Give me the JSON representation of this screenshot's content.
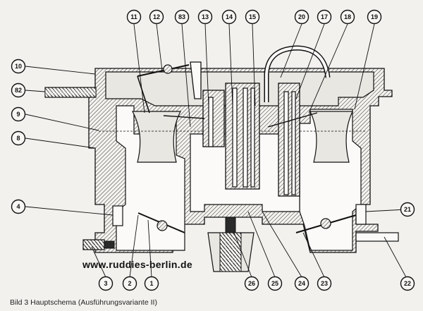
{
  "figure": {
    "caption": "Bild 3 Hauptschema (Ausführungsvariante II)",
    "watermark": "www.ruddies-berlin.de"
  },
  "callouts_top": [
    "11",
    "12",
    "83",
    "13",
    "14",
    "15",
    "20",
    "17",
    "18",
    "19"
  ],
  "callouts_left": [
    "10",
    "82",
    "9",
    "8",
    "4"
  ],
  "callouts_bottom": [
    "3",
    "2",
    "1",
    "26",
    "25",
    "24",
    "23",
    "22"
  ],
  "callouts_right": [
    "21"
  ]
}
